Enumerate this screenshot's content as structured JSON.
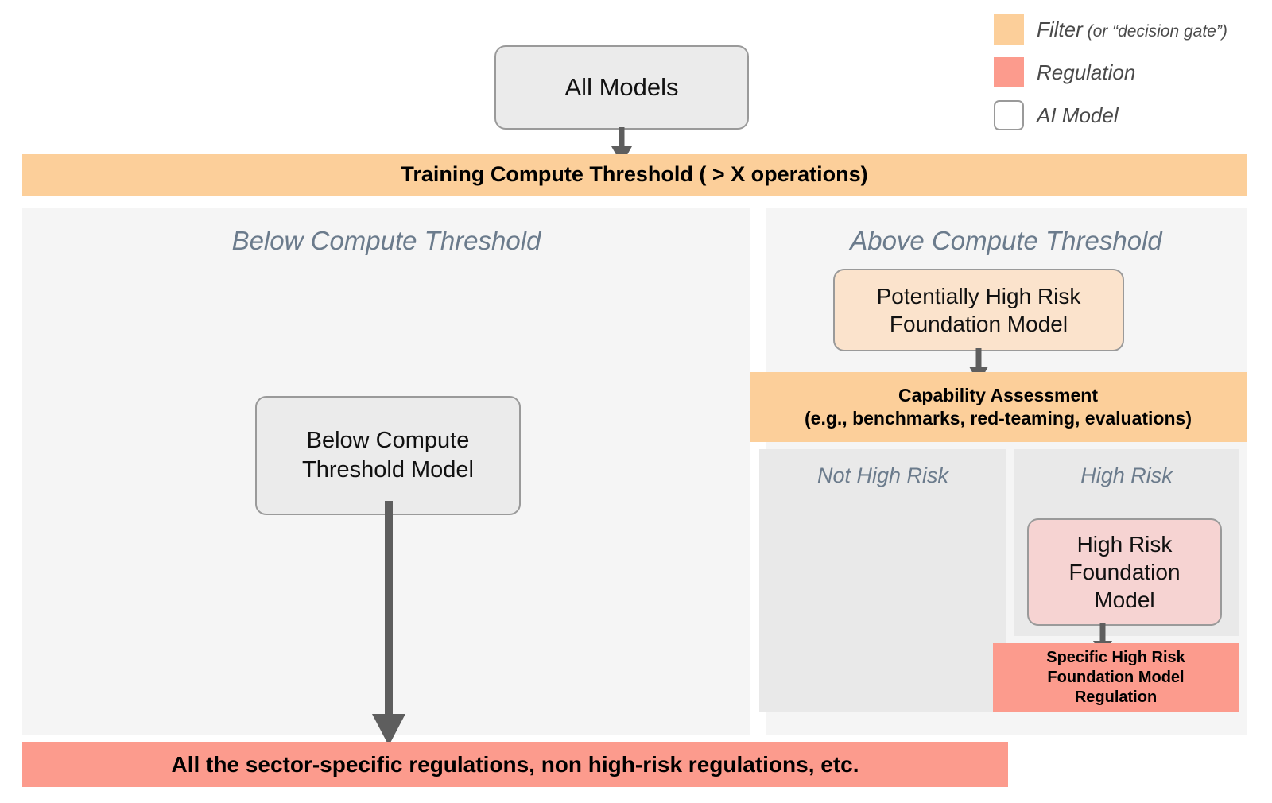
{
  "legend": {
    "items": [
      {
        "swatch": "filter",
        "label": "Filter",
        "sublabel": " (or “decision gate”)"
      },
      {
        "swatch": "regulation",
        "label": "Regulation",
        "sublabel": ""
      },
      {
        "swatch": "model",
        "label": "AI Model",
        "sublabel": ""
      }
    ]
  },
  "nodes": {
    "all_models": "All Models",
    "below_threshold_model": "Below Compute\nThreshold Model",
    "potentially_high_risk_model": "Potentially High Risk\nFoundation Model",
    "high_risk_model": "High Risk\nFoundation\nModel"
  },
  "filters": {
    "training_compute_threshold": "Training Compute Threshold ( > X operations)",
    "capability_assessment": "Capability Assessment\n(e.g., benchmarks, red-teaming, evaluations)"
  },
  "regulations": {
    "specific_high_risk": "Specific High Risk\nFoundation Model\nRegulation",
    "sector_specific": "All the sector-specific regulations, non high-risk regulations, etc."
  },
  "panels": {
    "below_compute_threshold": "Below Compute Threshold",
    "above_compute_threshold": "Above Compute Threshold",
    "not_high_risk": "Not High Risk",
    "high_risk": "High Risk"
  },
  "colors": {
    "filter": "#FCCF9A",
    "regulation": "#FC9B8D",
    "model_grey": "#ebebeb",
    "model_peach": "#FBE3CC",
    "model_pink": "#F6D3D2",
    "panel_light": "#f5f5f5",
    "panel_dark": "#e9e9e9",
    "panel_title": "#6b7b8c",
    "arrow": "#5e5e5e",
    "border": "#9a9a9a"
  }
}
